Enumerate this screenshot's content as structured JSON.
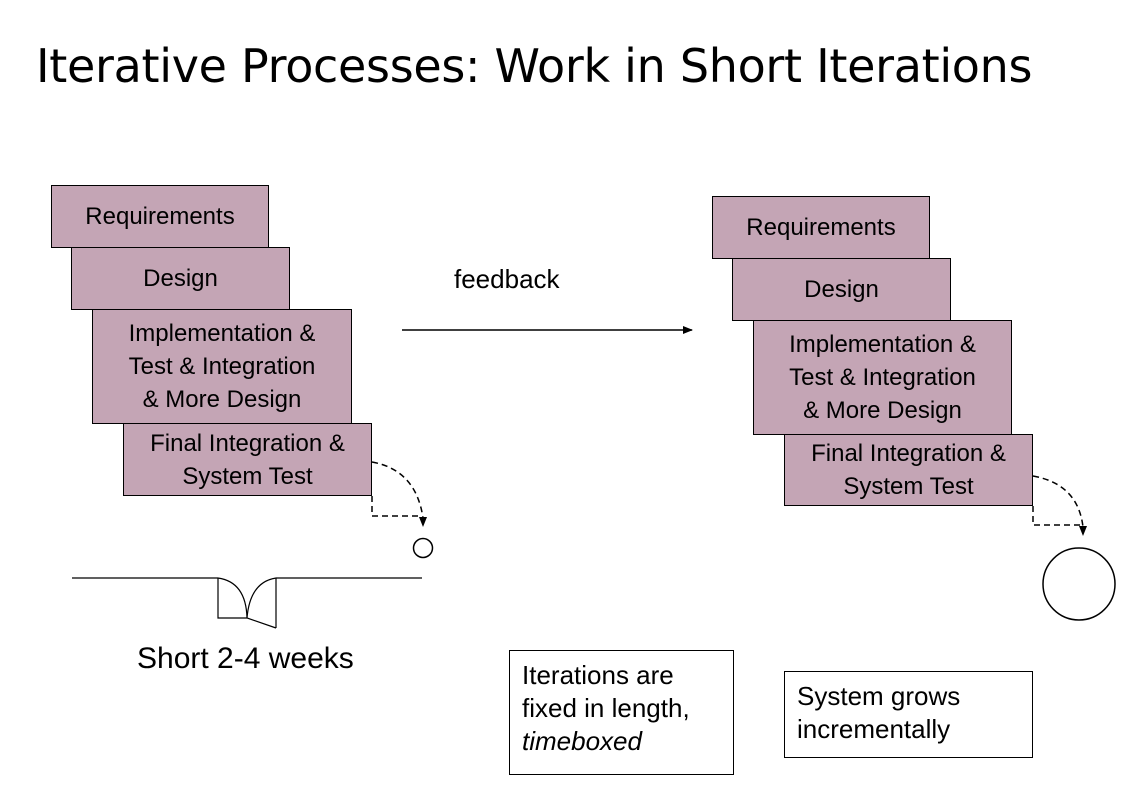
{
  "title": "Iterative Processes: Work in Short Iterations",
  "iteration_left": {
    "requirements": "Requirements",
    "design": "Design",
    "implementation": "Implementation &\nTest & Integration\n& More Design",
    "final": "Final Integration &\nSystem Test"
  },
  "iteration_right": {
    "requirements": "Requirements",
    "design": "Design",
    "implementation": "Implementation &\nTest & Integration\n& More Design",
    "final": "Final Integration &\nSystem Test"
  },
  "feedback_label": "feedback",
  "duration_label": "Short 2-4 weeks",
  "note_timeboxed": {
    "line1": "Iterations are",
    "line2": "fixed in length,",
    "line3": "timeboxed"
  },
  "note_grows": "System grows incrementally",
  "colors": {
    "box_fill": "#c4a5b5",
    "stroke": "#000000"
  }
}
